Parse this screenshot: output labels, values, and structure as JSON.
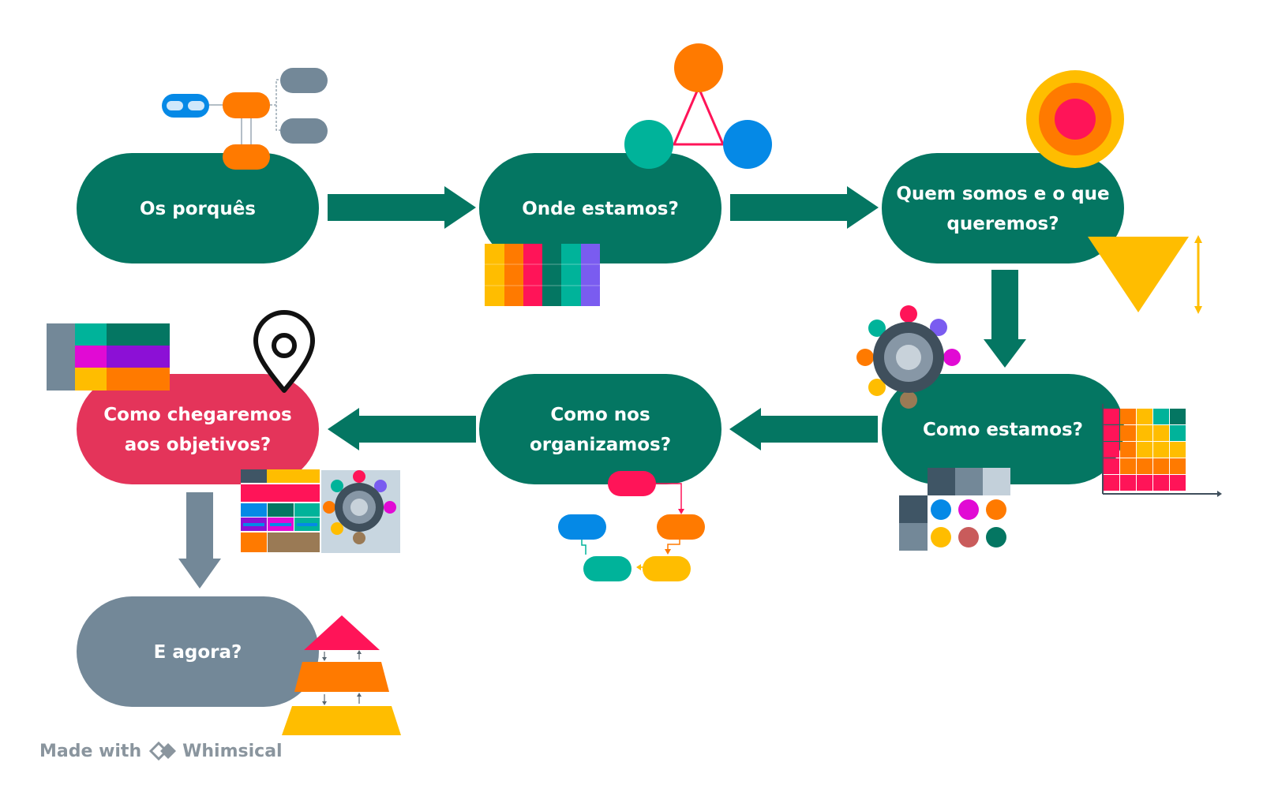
{
  "colors": {
    "green": "#047662",
    "pink": "#e4345a",
    "gray": "#738898",
    "orange": "#ff7a00",
    "yellow": "#ffbd00",
    "red": "#ff1458",
    "teal": "#00b39a",
    "blue": "#0589e6",
    "purple": "#7a5cf0",
    "magenta": "#e10ad4",
    "darkpurple": "#8c10d6",
    "brown": "#9a7a55"
  },
  "steps": [
    {
      "id": "os-porques",
      "lines": [
        "Os porquês"
      ],
      "color": "green"
    },
    {
      "id": "onde-estamos",
      "lines": [
        "Onde estamos?"
      ],
      "color": "green"
    },
    {
      "id": "quem-somos",
      "lines": [
        "Quem somos e o que",
        "queremos?"
      ],
      "color": "green"
    },
    {
      "id": "como-estamos",
      "lines": [
        "Como estamos?"
      ],
      "color": "green"
    },
    {
      "id": "como-nos-organizamos",
      "lines": [
        "Como nos",
        "organizamos?"
      ],
      "color": "green"
    },
    {
      "id": "como-chegaremos",
      "lines": [
        "Como chegaremos",
        "aos objetivos?"
      ],
      "color": "pink"
    },
    {
      "id": "e-agora",
      "lines": [
        "E agora?"
      ],
      "color": "gray"
    }
  ],
  "icons": [
    "mind-map-icon",
    "triangle-nodes-icon",
    "target-rings-icon",
    "column-grid-icon",
    "inverted-triangle-icon",
    "gear-nodes-icon",
    "heatmap-grid-icon",
    "color-swatch-grid-icon",
    "flowchart-icon",
    "location-pin-icon",
    "color-block-table-icon",
    "kanban-board-icon",
    "gear-card-icon",
    "pyramid-icon",
    "whimsical-logo-icon"
  ],
  "footer": {
    "made_with": "Made with",
    "brand": "Whimsical"
  }
}
